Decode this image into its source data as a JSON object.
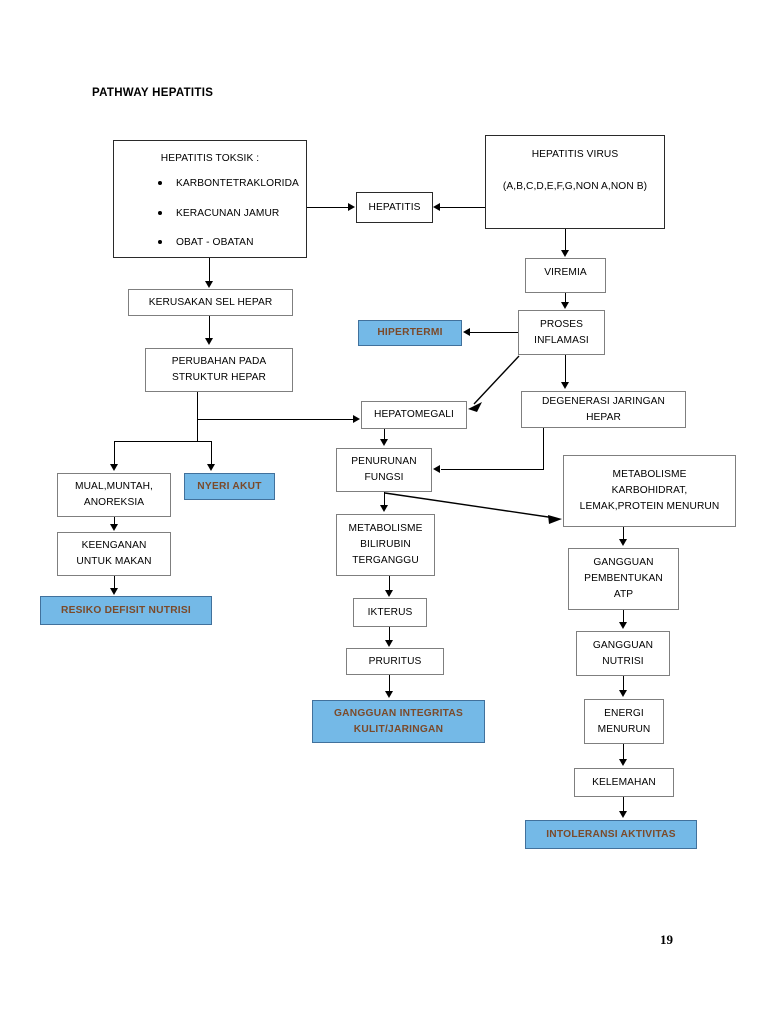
{
  "document": {
    "title": "PATHWAY HEPATITIS",
    "page_number": "19"
  },
  "colors": {
    "highlight_fill": "#74B9E7",
    "highlight_border": "#41719C",
    "highlight_text": "#7B4A2A",
    "node_border": "#7F7F7F",
    "connector": "#000000",
    "background": "#FFFFFF"
  },
  "nodes": {
    "hepatitis_toksik": {
      "header": "HEPATITIS TOKSIK :",
      "items": [
        "KARBONTETRAKLORIDA",
        "KERACUNAN JAMUR",
        "OBAT - OBATAN"
      ]
    },
    "hepatitis": {
      "label": "HEPATITIS"
    },
    "hepatitis_virus": {
      "line1": "HEPATITIS VIRUS",
      "line2": "(A,B,C,D,E,F,G,NON A,NON B)"
    },
    "viremia": {
      "label": "VIREMIA"
    },
    "proses_inflamasi": {
      "line1": "PROSES",
      "line2": "INFLAMASI"
    },
    "hipertermi": {
      "label": "HIPERTERMI",
      "highlighted": true
    },
    "degenerasi_jaringan_hepar": {
      "line1": "DEGENERASI JARINGAN",
      "line2": "HEPAR"
    },
    "kerusakan_sel_hepar": {
      "label": "KERUSAKAN SEL HEPAR"
    },
    "perubahan_struktur_hepar": {
      "line1": "PERUBAHAN PADA",
      "line2": "STRUKTUR HEPAR"
    },
    "hepatomegali": {
      "label": "HEPATOMEGALI"
    },
    "penurunan_fungsi": {
      "line1": "PENURUNAN",
      "line2": "FUNGSI"
    },
    "mual_muntah_anoreksia": {
      "line1": "MUAL,MUNTAH,",
      "line2": "ANOREKSIA"
    },
    "nyeri_akut": {
      "label": "NYERI AKUT",
      "highlighted": true
    },
    "keengganan_untuk_makan": {
      "line1": "KEENGANAN",
      "line2": "UNTUK MAKAN"
    },
    "resiko_defisit_nutrisi": {
      "label": "RESIKO DEFISIT NUTRISI",
      "highlighted": true
    },
    "metabolisme_bilirubin": {
      "line1": "METABOLISME",
      "line2": "BILIRUBIN",
      "line3": "TERGANGGU"
    },
    "ikterus": {
      "label": "IKTERUS"
    },
    "pruritus": {
      "label": "PRURITUS"
    },
    "gangguan_integritas": {
      "line1": "GANGGUAN INTEGRITAS",
      "line2": "KULIT/JARINGAN",
      "highlighted": true
    },
    "metabolisme_karbohidrat": {
      "line1": "METABOLISME",
      "line2": "KARBOHIDRAT,",
      "line3": "LEMAK,PROTEIN MENURUN"
    },
    "gangguan_pembentukan_atp": {
      "line1": "GANGGUAN",
      "line2": "PEMBENTUKAN",
      "line3": "ATP"
    },
    "gangguan_nutrisi": {
      "line1": "GANGGUAN",
      "line2": "NUTRISI"
    },
    "energi_menurun": {
      "line1": "ENERGI",
      "line2": "MENURUN"
    },
    "kelemahan": {
      "label": "KELEMAHAN"
    },
    "intoleransi_aktivitas": {
      "label": "INTOLERANSI AKTIVITAS",
      "highlighted": true
    }
  }
}
